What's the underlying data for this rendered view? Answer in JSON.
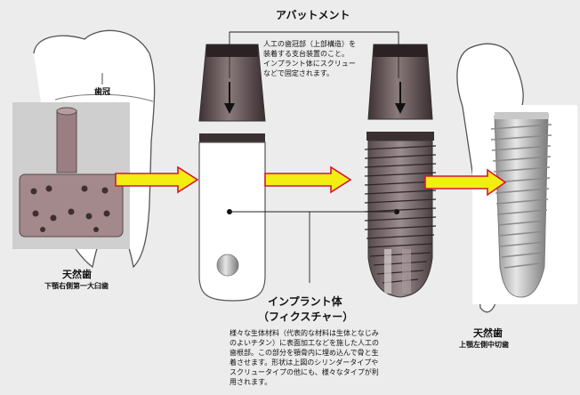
{
  "abutment": {
    "title": "アバットメント",
    "desc": [
      "人工の歯冠部（上部構造）を",
      "装着する支台装置のこと。",
      "インプラント体にスクリュー",
      "などで固定されます。"
    ]
  },
  "crown_label": "歯冠",
  "natural_left": {
    "title": "天然歯",
    "sub": "下顎右側第一大臼歯"
  },
  "natural_right": {
    "title": "天然歯",
    "sub": "上顎左側中切歯"
  },
  "implant": {
    "title": "インプラント体",
    "subtitle": "（フィクスチャー）",
    "desc": [
      "様々な生体材料（代表的な材料は生体となじみ",
      "のよいチタン）に表面加工などを施した人工の",
      "歯根部。この部分を顎骨内に埋め込んで骨と生",
      "着させます。形状は上図のシリンダータイプや",
      "スクリュータイプの他にも、様々なタイプが利",
      "用されます。"
    ]
  },
  "colors": {
    "arrow_fill": "#f2ee12",
    "arrow_stroke": "#d4153a",
    "abutment": "#6b5a5c",
    "photo_bg": "#c8c8c8"
  }
}
